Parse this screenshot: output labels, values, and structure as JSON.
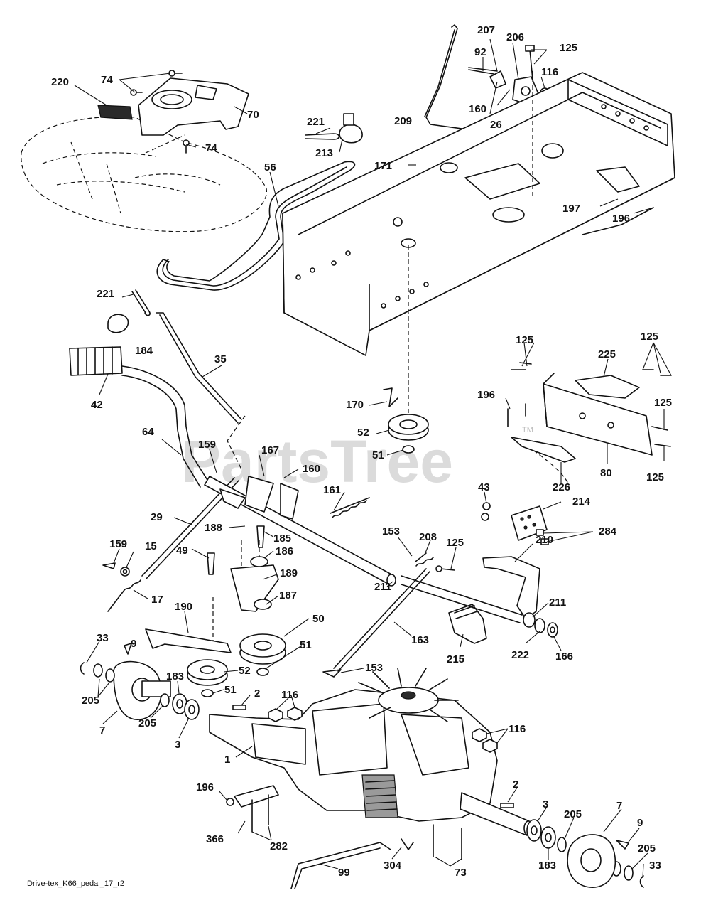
{
  "diagram": {
    "caption": "Drive-tex_K66_pedal_17_r2",
    "watermark": "PartsTree",
    "watermark_mark": "TM",
    "callouts": {
      "c220": "220",
      "c74a": "74",
      "c74b": "74",
      "c70": "70",
      "c221a": "221",
      "c213": "213",
      "c56": "56",
      "c207": "207",
      "c206": "206",
      "c125a": "125",
      "c92": "92",
      "c116a": "116",
      "c160a": "160",
      "c26": "26",
      "c209": "209",
      "c171": "171",
      "c197": "197",
      "c196a": "196",
      "c221b": "221",
      "c184": "184",
      "c35": "35",
      "c42": "42",
      "c125b": "125",
      "c125c": "125",
      "c225": "225",
      "c196b": "196",
      "c125d": "125",
      "c170": "170",
      "c52a": "52",
      "c51a": "51",
      "c80": "80",
      "c226": "226",
      "c125e": "125",
      "c64": "64",
      "c159a": "159",
      "c167": "167",
      "c160b": "160",
      "c161": "161",
      "c43": "43",
      "c214": "214",
      "c284": "284",
      "c29": "29",
      "c188": "188",
      "c185": "185",
      "c186": "186",
      "c153a": "153",
      "c208": "208",
      "c125f": "125",
      "c210": "210",
      "c159b": "159",
      "c15": "15",
      "c49": "49",
      "c189": "189",
      "c211a": "211",
      "c17": "17",
      "c187": "187",
      "c211b": "211",
      "c190": "190",
      "c50": "50",
      "c163": "163",
      "c33a": "33",
      "c9a": "9",
      "c51b": "51",
      "c215": "215",
      "c222": "222",
      "c166": "166",
      "c183a": "183",
      "c52b": "52",
      "c153b": "153",
      "c205a": "205",
      "c51c": "51",
      "c2a": "2",
      "c116b": "116",
      "c7a": "7",
      "c205b": "205",
      "c3a": "3",
      "c116c": "116",
      "c1": "1",
      "c196c": "196",
      "c2b": "2",
      "c3b": "3",
      "c7b": "7",
      "c205c": "205",
      "c9b": "9",
      "c366": "366",
      "c282": "282",
      "c205d": "205",
      "c99": "99",
      "c304": "304",
      "c73": "73",
      "c183b": "183",
      "c33b": "33"
    }
  }
}
